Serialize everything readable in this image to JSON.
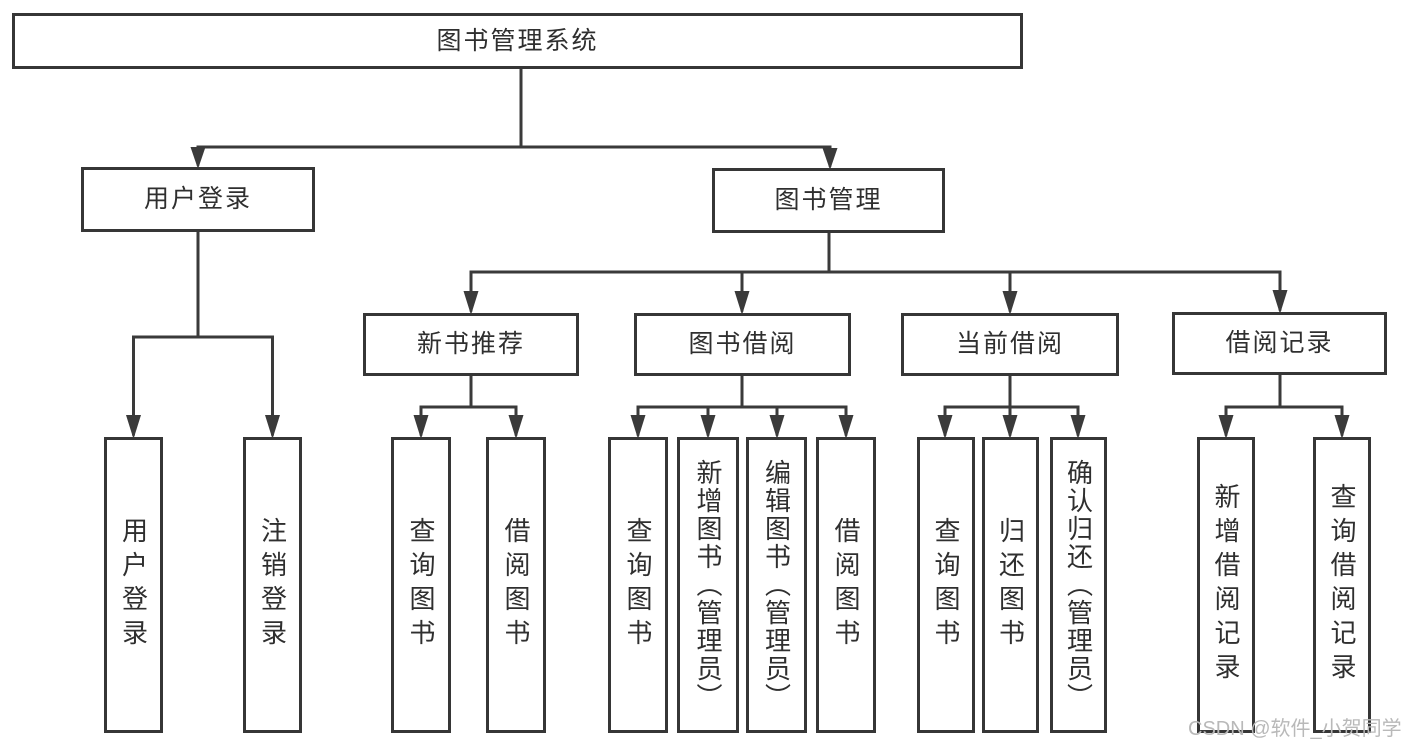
{
  "diagram": {
    "root": {
      "label": "图书管理系统",
      "children": [
        {
          "label": "用户登录",
          "children": [
            {
              "label": "用户登录"
            },
            {
              "label": "注销登录"
            }
          ]
        },
        {
          "label": "图书管理",
          "children": [
            {
              "label": "新书推荐",
              "children": [
                {
                  "label": "查询图书"
                },
                {
                  "label": "借阅图书"
                }
              ]
            },
            {
              "label": "图书借阅",
              "children": [
                {
                  "label": "查询图书"
                },
                {
                  "label": "新增图书（管理员）"
                },
                {
                  "label": "编辑图书（管理员）"
                },
                {
                  "label": "借阅图书"
                }
              ]
            },
            {
              "label": "当前借阅",
              "children": [
                {
                  "label": "查询图书"
                },
                {
                  "label": "归还图书"
                },
                {
                  "label": "确认归还（管理员）"
                }
              ]
            },
            {
              "label": "借阅记录",
              "children": [
                {
                  "label": "新增借阅记录"
                },
                {
                  "label": "查询借阅记录"
                }
              ]
            }
          ]
        }
      ]
    }
  },
  "colors": {
    "line": "#3a3a3a",
    "box_border": "#363636",
    "text": "#2f2f2f",
    "watermark": "#b9b9b9",
    "background": "#ffffff"
  },
  "watermark": {
    "text": "CSDN @软件_小贺同学"
  }
}
